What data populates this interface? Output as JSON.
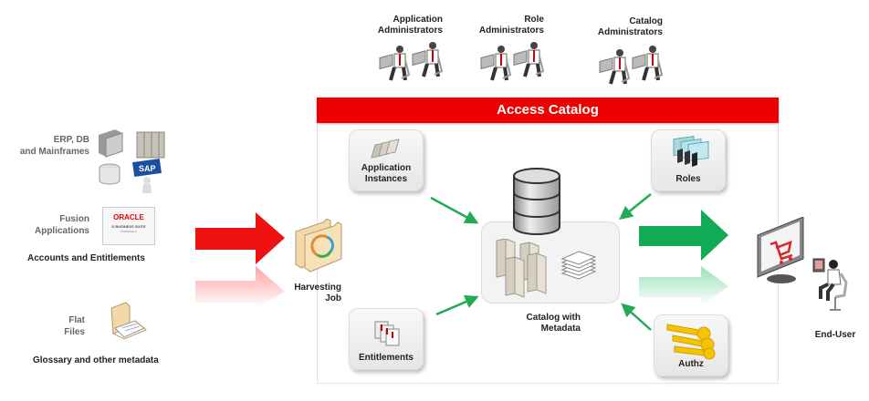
{
  "admins": [
    {
      "line1": "Application",
      "line2": "Administrators"
    },
    {
      "line1": "Role",
      "line2": "Administrators"
    },
    {
      "line1": "Catalog",
      "line2": "Administrators"
    }
  ],
  "banner": {
    "title": "Access Catalog",
    "color": "#ee0000"
  },
  "sources": {
    "erp": {
      "line1": "ERP, DB",
      "line2": "and Mainframes"
    },
    "fusion": {
      "line1": "Fusion",
      "line2": "Applications"
    },
    "oracle_logo": {
      "brand": "ORACLE",
      "line": "E-BUSINESS SUITE",
      "sub": "FINANCIALS"
    },
    "sap_badge": "SAP",
    "accounts_heading": "Accounts and Entitlements",
    "flat": {
      "line1": "Flat",
      "line2": "Files"
    },
    "glossary_heading": "Glossary and other metadata"
  },
  "harvest": {
    "line1": "Harvesting",
    "line2": "Job"
  },
  "tiles": {
    "app_instances": {
      "line1": "Application",
      "line2": "Instances"
    },
    "roles": "Roles",
    "entitlements": "Entitlements",
    "authz": "Authz"
  },
  "catalog": {
    "line1": "Catalog with",
    "line2": "Metadata"
  },
  "end_user": "End-User",
  "colors": {
    "input_arrow": "#ee1111",
    "output_arrow": "#11aa55",
    "connector": "#22aa55"
  }
}
